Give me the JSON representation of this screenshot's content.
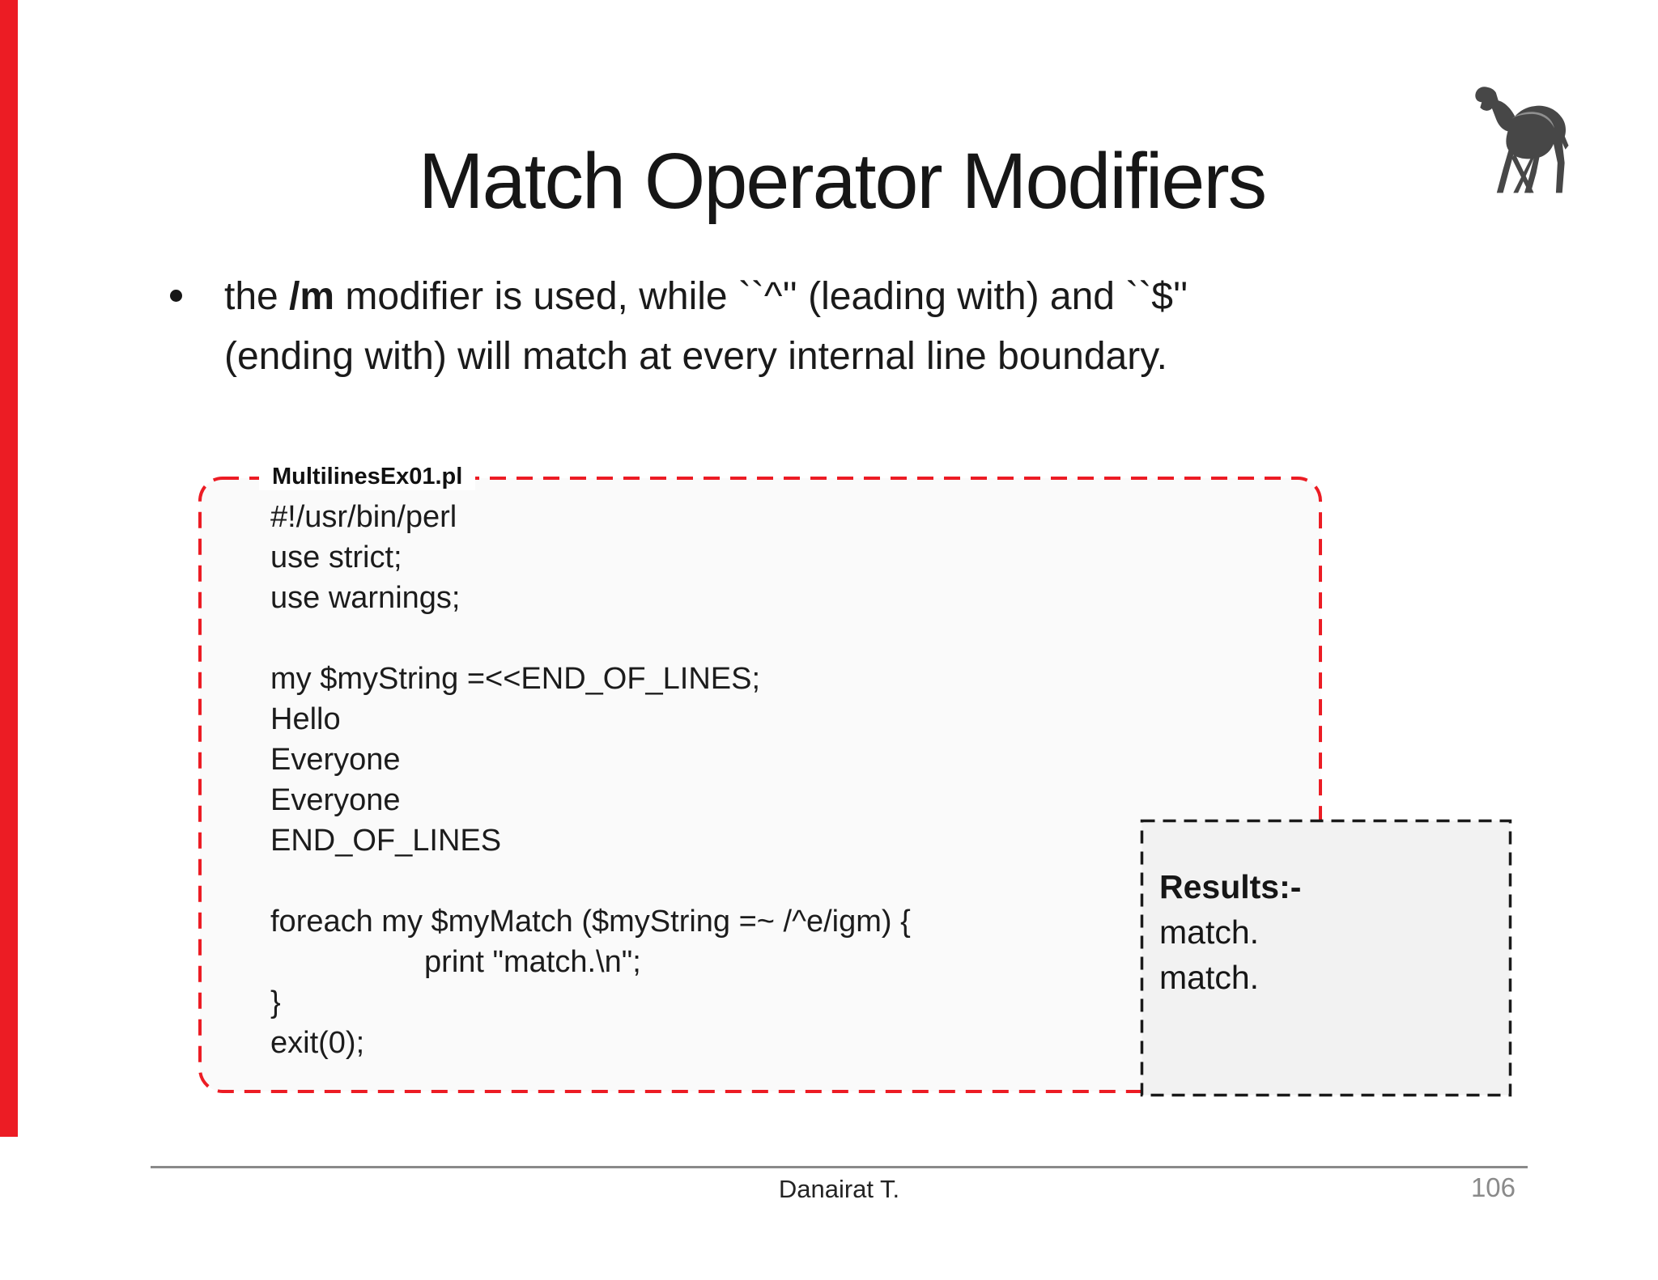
{
  "colors": {
    "accent_red": "#ec1c24",
    "results_box_bg": "#f2f2f2",
    "code_box_bg": "#fafafa",
    "dashed_border_black": "#1a1a1a",
    "footer_gray": "#8a8a8a"
  },
  "header": {
    "title": "Match Operator Modifiers",
    "logo": "perl-camel"
  },
  "bullet": {
    "line1_start": "the ",
    "line1_bold": "/m",
    "line1_rest": " modifier is used, while ``^'' (leading with) and ``$''",
    "line2": "(ending with) will match at every internal line boundary."
  },
  "code_box": {
    "filename": "MultilinesEx01.pl",
    "lines": [
      "#!/usr/bin/perl",
      "use strict;",
      "use warnings;",
      "",
      "my $myString =<<END_OF_LINES;",
      "Hello",
      "Everyone",
      "Everyone",
      "END_OF_LINES",
      "",
      "foreach my $myMatch ($myString =~ /^e/igm) {",
      "                  print \"match.\\n\";",
      "}",
      "exit(0);"
    ]
  },
  "results_box": {
    "title": "Results:-",
    "lines": [
      "match.",
      "match."
    ]
  },
  "footer": {
    "author": "Danairat T.",
    "page_number": "106"
  }
}
